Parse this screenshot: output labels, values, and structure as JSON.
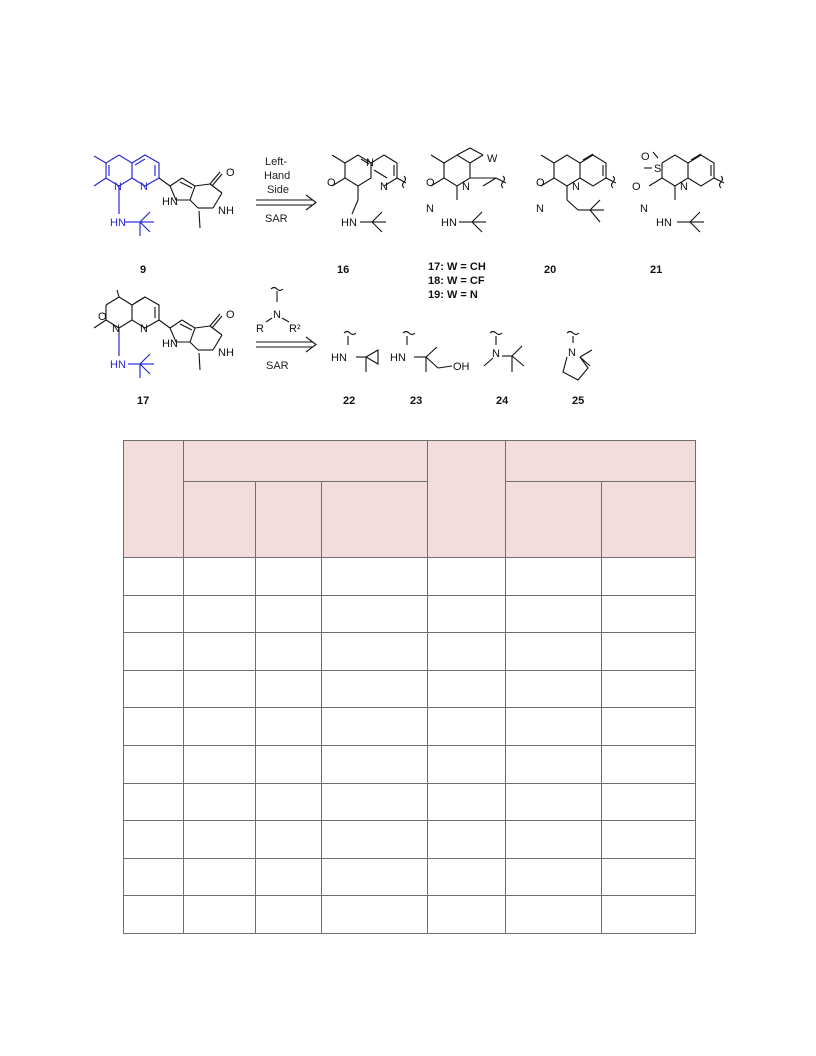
{
  "scheme": {
    "top_arrow_label": [
      "Left-",
      "Hand",
      "Side"
    ],
    "top_arrow_sublabel": "SAR",
    "bottom_arrow_sublabel": "SAR",
    "compounds_top": [
      {
        "id": "9"
      },
      {
        "id": "16"
      },
      {
        "id": "17: W = CH"
      },
      {
        "id": "18: W = CF"
      },
      {
        "id": "19: W = N"
      },
      {
        "id": "20"
      },
      {
        "id": "21"
      }
    ],
    "compounds_bottom": [
      {
        "id": "17"
      },
      {
        "id": "22"
      },
      {
        "id": "23"
      },
      {
        "id": "24"
      },
      {
        "id": "25"
      }
    ],
    "generic_amine": {
      "r": "R",
      "n": "N",
      "r2": "R²"
    },
    "atoms": {
      "n": "N",
      "nh": "NH",
      "hn": "HN",
      "o": "O",
      "s": "S",
      "w": "W",
      "oh": "OH"
    }
  },
  "table": {
    "columns": 7,
    "body_rows": 10,
    "header_fill": "#f2dcdc",
    "border_color": "#6f6f6f"
  }
}
